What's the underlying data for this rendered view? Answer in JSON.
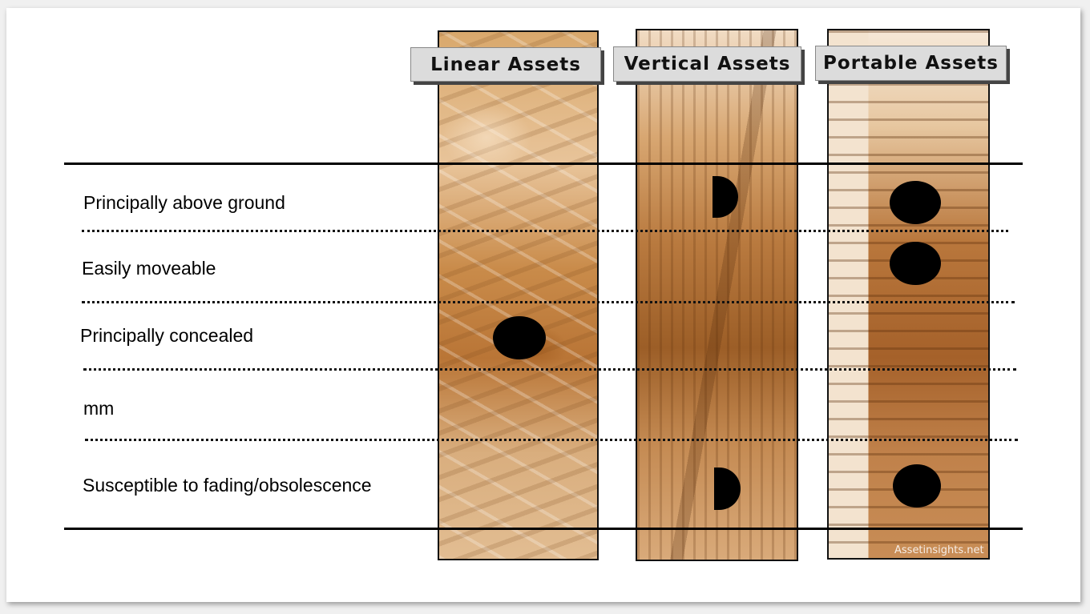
{
  "columns": [
    {
      "label": "Linear Assets"
    },
    {
      "label": "Vertical Assets"
    },
    {
      "label": "Portable Assets"
    }
  ],
  "rows": [
    {
      "label": "Principally above ground"
    },
    {
      "label": "Easily moveable"
    },
    {
      "label": "Principally concealed"
    },
    {
      "label": "mm"
    },
    {
      "label": "Susceptible to fading/obsolescence"
    }
  ],
  "markers": [
    {
      "row": "Principally above ground",
      "column": "Vertical Assets",
      "fill": "half"
    },
    {
      "row": "Principally above ground",
      "column": "Portable Assets",
      "fill": "full"
    },
    {
      "row": "Easily moveable",
      "column": "Portable Assets",
      "fill": "full"
    },
    {
      "row": "Principally concealed",
      "column": "Linear Assets",
      "fill": "full"
    },
    {
      "row": "Susceptible to fading/obsolescence",
      "column": "Vertical Assets",
      "fill": "half"
    },
    {
      "row": "Susceptible to fading/obsolescence",
      "column": "Portable Assets",
      "fill": "full"
    }
  ],
  "watermark": "Assetinsights.net",
  "colors": {
    "photo_tint": "#c98b4a",
    "marker": "#000000",
    "header_bg": "#dcdcdc"
  }
}
